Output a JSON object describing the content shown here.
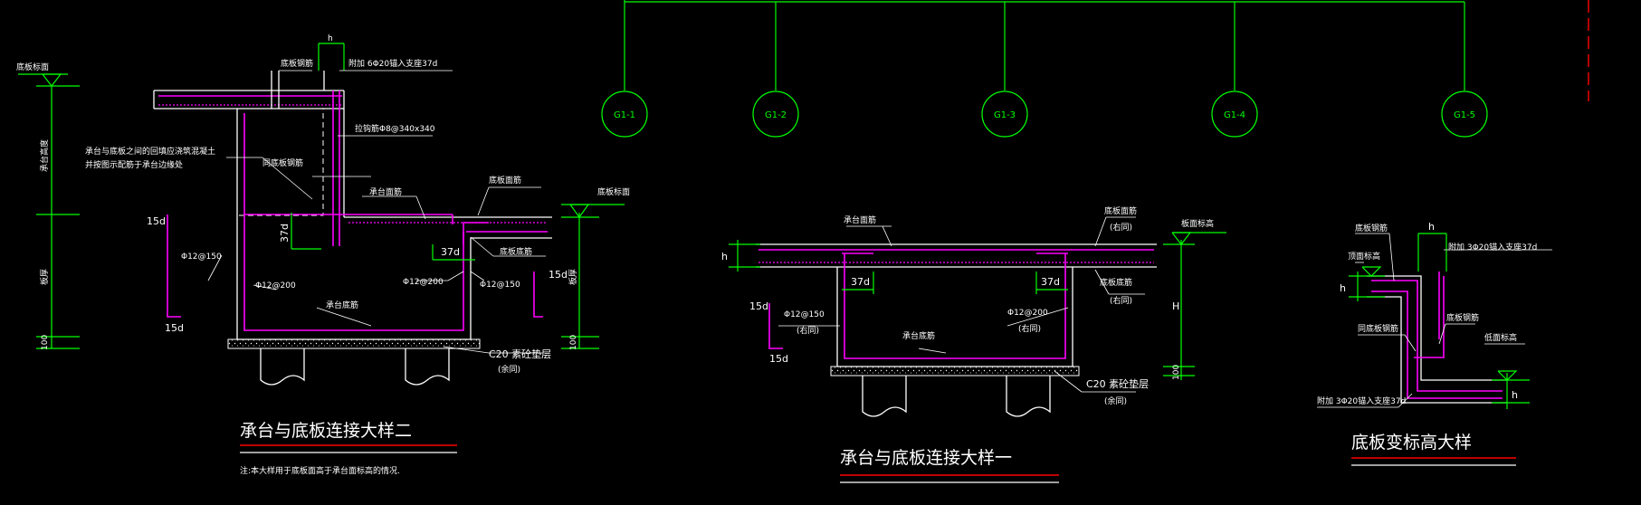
{
  "axes": [
    "G1-1",
    "G1-2",
    "G1-3",
    "G1-4",
    "G1-5"
  ],
  "detail2": {
    "title": "承台与底板连接大样二",
    "note": "注:本大样用于底板面高于承台面标高的情况.",
    "labels": {
      "h": "h",
      "bottom_face_left": "底板标面",
      "bottom_face_right": "底板标面",
      "slab_rebar": "底板钢筋",
      "added_anchor": "附加 6Φ20锚入支座37d",
      "stirrup": "拉钩筋Φ8@340x340",
      "concrete_note_1": "承台与底板之间的回填应浇筑混凝土",
      "concrete_note_2": "并按图示配筋于承台边缘处",
      "same_slab_rebar": "同底板钢筋",
      "cap_top_rebar": "承台面筋",
      "slab_top_rebar": "底板面筋",
      "slab_bottom_rebar": "底板底筋",
      "cap_bottom_rebar": "承台底筋",
      "dim_15d_a": "15d",
      "dim_15d_b": "15d",
      "dim_15d_c": "15d",
      "dim_37d_a": "37d",
      "dim_37d_b": "37d",
      "phi12_150_a": "Φ12@150",
      "phi12_200_a": "Φ12@200",
      "phi12_200_b": "Φ12@200",
      "phi12_150_b": "Φ12@150",
      "cushion": "C20 素砼垫层",
      "cushion_sub": "(余同)",
      "vdim_top": "承台高度",
      "vdim_mid": "板厚",
      "vdim_100": "100",
      "vdim_mid_r": "板厚",
      "vdim_100_r": "100"
    }
  },
  "detail1": {
    "title": "承台与底板连接大样一",
    "labels": {
      "cap_top_rebar": "承台面筋",
      "slab_top_rebar": "底板面筋",
      "same_right": "(右同)",
      "slab_level": "板面标高",
      "h": "h",
      "dim_37d_a": "37d",
      "dim_37d_b": "37d",
      "slab_bottom_rebar": "底板底筋",
      "same_right_2": "(右同)",
      "dim_15d_a": "15d",
      "dim_15d_b": "15d",
      "phi12_150": "Φ12@150",
      "phi12_150_sub": "(右同)",
      "phi12_200": "Φ12@200",
      "phi12_200_sub": "(右同)",
      "cap_bottom_rebar": "承台底筋",
      "H": "H",
      "vdim_100": "100",
      "cushion": "C20 素砼垫层",
      "cushion_sub": "(余同)"
    }
  },
  "detail3": {
    "title": "底板变标高大样",
    "labels": {
      "h_top": "h",
      "slab_rebar": "底板钢筋",
      "added_top": "附加 3Φ20锚入支座37d",
      "level_top": "顶面标高",
      "h_left": "h",
      "same_slab_rebar": "同底板钢筋",
      "slab_rebar_2": "底板钢筋",
      "level_low": "低面标高",
      "h_right": "h",
      "added_bottom": "附加 3Φ20锚入支座37d"
    }
  }
}
